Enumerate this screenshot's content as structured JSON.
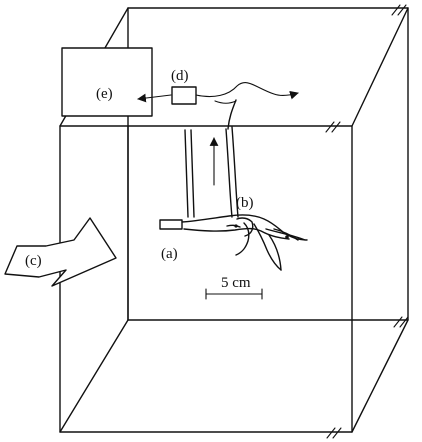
{
  "labels": {
    "a": "(a)",
    "b": "(b)",
    "c": "(c)",
    "d": "(d)",
    "e": "(e)"
  },
  "scale": {
    "text": "5 cm"
  }
}
